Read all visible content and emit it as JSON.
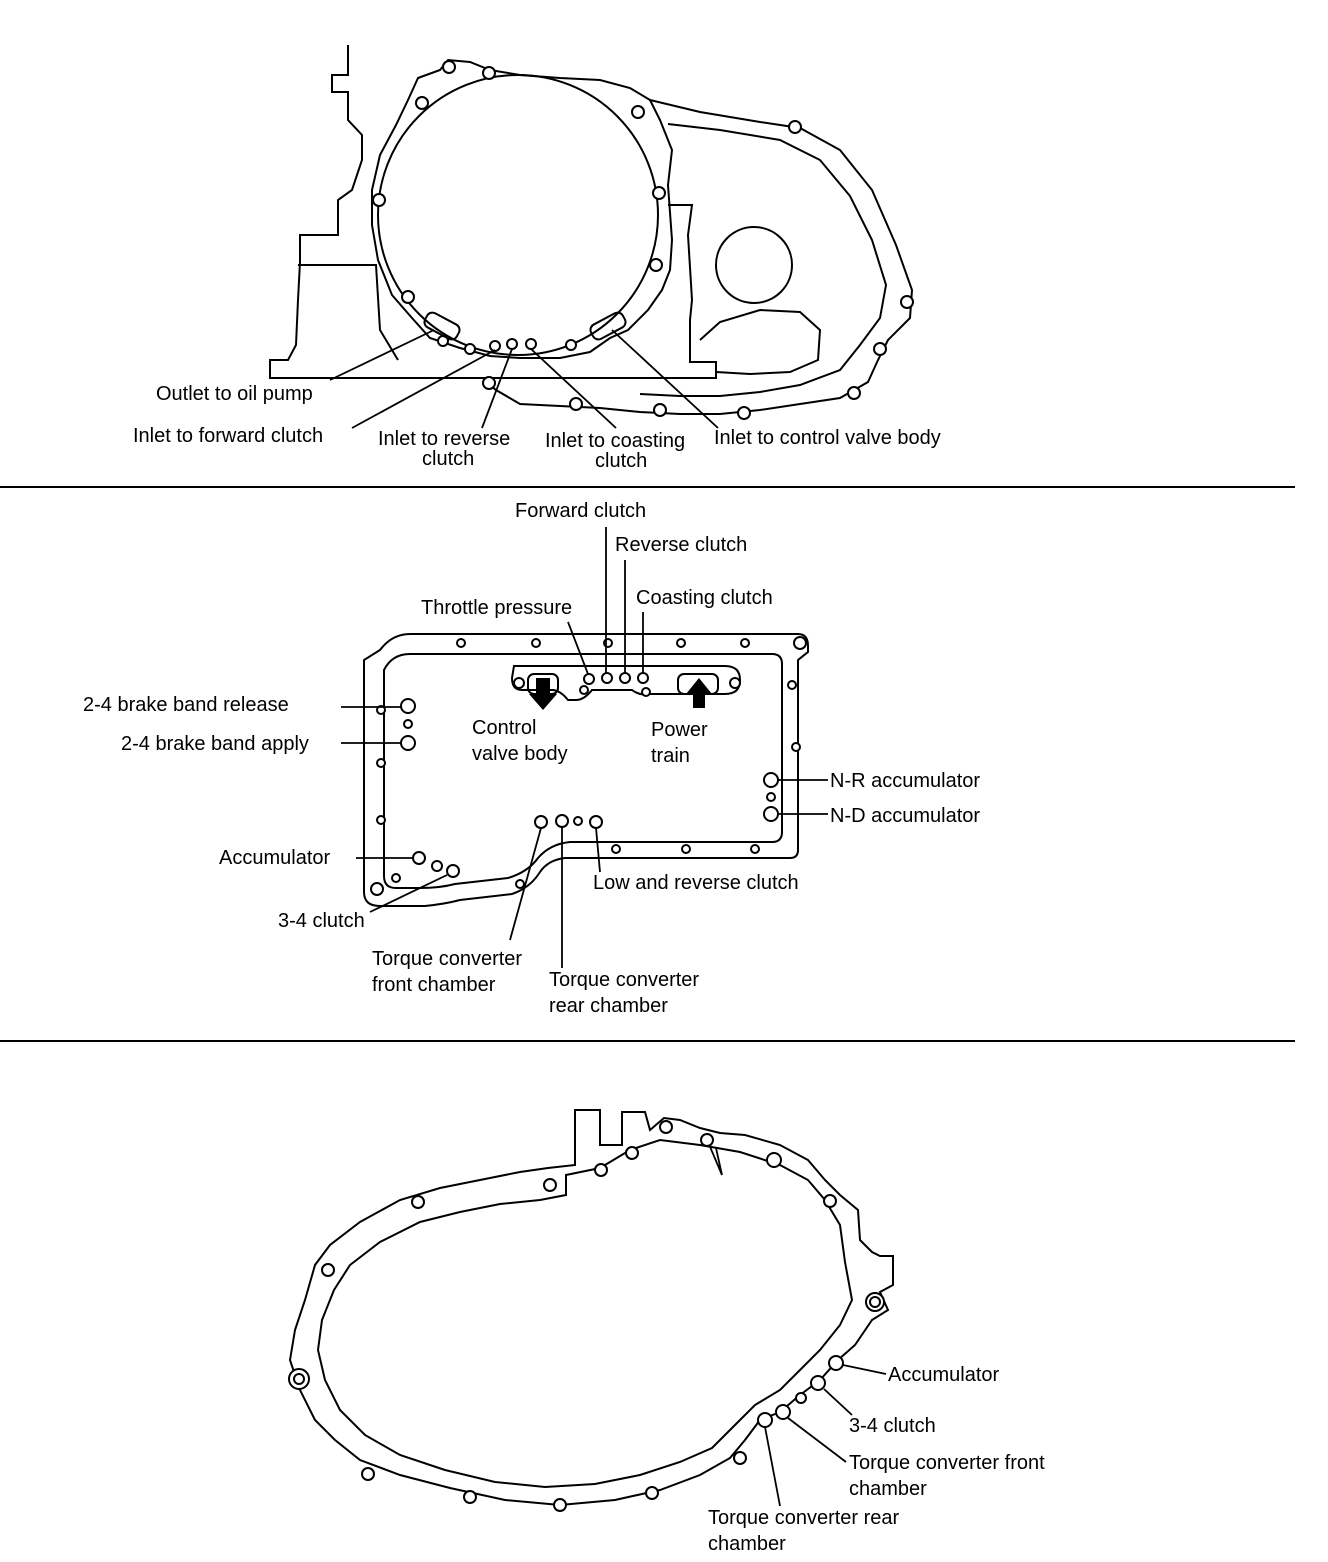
{
  "colors": {
    "ink": "#000000",
    "paper": "#ffffff"
  },
  "panel1": {
    "labels": {
      "outlet_oil_pump": "Outlet to oil pump",
      "inlet_forward_clutch": "Inlet to forward clutch",
      "inlet_reverse_clutch_1": "Inlet to reverse",
      "inlet_reverse_clutch_2": "clutch",
      "inlet_coasting_clutch_1": "Inlet to coasting",
      "inlet_coasting_clutch_2": "clutch",
      "inlet_control_valve_body": "Inlet to control valve body"
    }
  },
  "panel2": {
    "labels": {
      "forward_clutch": "Forward clutch",
      "reverse_clutch": "Reverse clutch",
      "coasting_clutch": "Coasting clutch",
      "throttle_pressure": "Throttle pressure",
      "brake_band_release": "2-4 brake band release",
      "brake_band_apply": "2-4 brake band apply",
      "control_valve_body_1": "Control",
      "control_valve_body_2": "valve body",
      "power_train_1": "Power",
      "power_train_2": "train",
      "nr_accumulator": "N-R accumulator",
      "nd_accumulator": "N-D accumulator",
      "accumulator": "Accumulator",
      "low_reverse_clutch": "Low and reverse clutch",
      "clutch_34": "3-4 clutch",
      "tc_front_chamber_1": "Torque converter",
      "tc_front_chamber_2": "front chamber",
      "tc_rear_chamber_1": "Torque converter",
      "tc_rear_chamber_2": "rear chamber"
    }
  },
  "panel3": {
    "labels": {
      "accumulator": "Accumulator",
      "clutch_34": "3-4 clutch",
      "tc_front_chamber_1": "Torque converter front",
      "tc_front_chamber_2": "chamber",
      "tc_rear_chamber_1": "Torque converter rear",
      "tc_rear_chamber_2": "chamber"
    }
  }
}
